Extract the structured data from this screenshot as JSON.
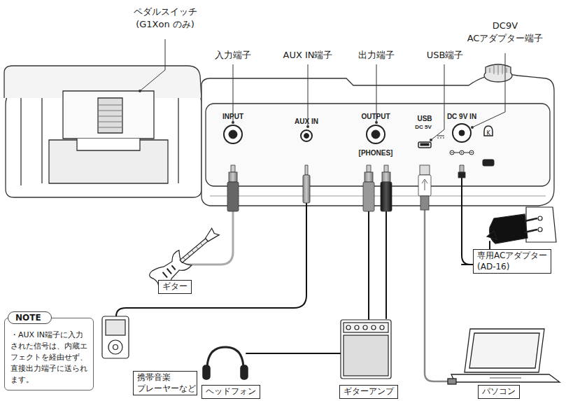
{
  "diagram": {
    "nodes": [
      {
        "text": [
          "ギター"
        ]
      },
      {
        "text": [
          "専用ACアダプター (AD-16)"
        ]
      },
      {
        "text": [
          "NOTE",
          "・AUX IN端子に入力された信号は、内蔵エフェクトを経由せず、直接出力端子に送られます。"
        ]
      },
      {
        "text": [
          "携帯音楽 プレーヤーなど"
        ]
      },
      {
        "text": [
          "ヘッドフォン"
        ]
      },
      {
        "text": [
          "ギターアンプ"
        ]
      },
      {
        "text": [
          "パソコン"
        ]
      }
    ],
    "labels": [
      "ペダルスイッチ (G1Xon のみ)",
      "入力端子",
      "AUX IN端子",
      "出力端子",
      "USB端子",
      "DC9V ACアダプター端子",
      "INPUT",
      "AUX IN",
      "OUTPUT",
      "[PHONES]",
      "USB",
      "DC 5V",
      "DC 9V IN"
    ]
  }
}
